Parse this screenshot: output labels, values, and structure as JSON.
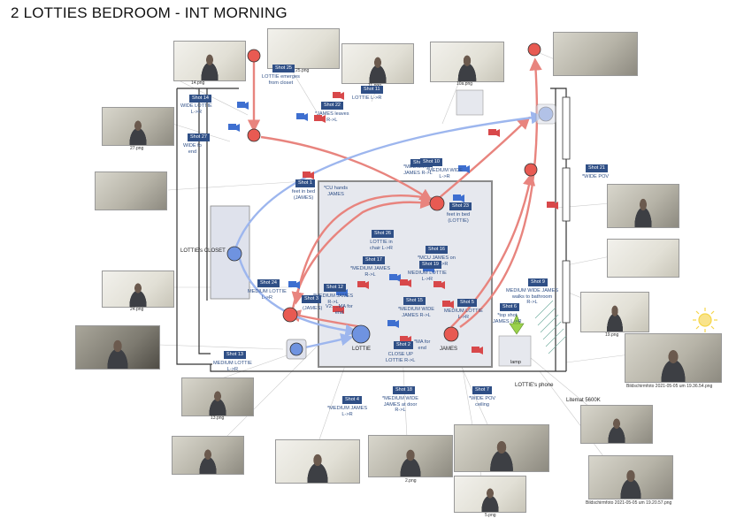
{
  "title": "2 LOTTIES BEDROOM - INT MORNING",
  "thumbs": {
    "t14": "14.png",
    "t25": "25.png",
    "t11": "11.png",
    "t10a": "10a.png",
    "t27": "27.png",
    "t24": "24.png",
    "t13": "13.png",
    "t2": "2.png",
    "t5": "5.png",
    "t19": "19.png",
    "bild1": "Bildschirmfoto 2021-05-05 um 19.36.54.png",
    "bild2": "Bildschirmfoto 2021-05-05 um 19.20.57.png"
  },
  "shots": {
    "s14": "Shot 14",
    "s25": "Shot 25",
    "s11": "Shot 11",
    "s22": "Shot 22",
    "s27": "Shot 27",
    "s20": "Shot 20",
    "s10": "Shot 10",
    "s21": "Shot 21",
    "s1": "Shot 1",
    "s23": "Shot 23",
    "s26": "Shot 26",
    "s16": "Shot 16",
    "s17": "Shot 17",
    "s19": "Shot 19",
    "s24": "Shot 24",
    "s12": "Shot 12",
    "s15": "Shot 15",
    "s9": "Shot 9",
    "s3": "Shot 3",
    "s5": "Shot 5",
    "s6": "Shot 6",
    "s2": "Shot 2",
    "s13": "Shot 13",
    "s4": "Shot 4",
    "s18": "Shot 18",
    "s7": "Shot 7"
  },
  "notes": {
    "n14": "WIDE LOTTIE\nL->R",
    "n25": "LOTTIE emerges\nfrom closet",
    "n11": "LOTTIE L->R",
    "n22": "*JAMES leaves\nR->L",
    "n27": "WIDE fo\nend",
    "n20": "*MEDIUM JA\nJAMES R->L",
    "n10": "*MEDIUM WIDE\nL->R",
    "n21": "*WIDE POV",
    "n1": "feet in bed\n(JAMES)",
    "ncu": "*CU hands\nJAMES",
    "n23": "feet in bed\n(LOTTIE)",
    "n26": "LOTTIE in\nchair L->R",
    "n16": "*MCU JAMES on\nchair L->R",
    "n17": "*MEDIUM JAMES\nR->L",
    "n19": "MEDIUM LOTTIE\nL->R",
    "n24": "MEDIUM LOTTIE\nL->R",
    "n12": "*MEDIUM JAMES\nR->L",
    "n15": "*MEDIUM WIDE\nJAMES R->L",
    "n9": "MEDIUM WIDE JAMES\nwalks to bathroom\nR->L",
    "nv2": "V2: ...MA for\nend",
    "n3": "(JAMES)",
    "n5": "MEDIUM LOTTIE\nL->R",
    "n6": "*top shot\nJAMES L->R",
    "n2": "*MA for\nend",
    "ncl": "CLOSE UP\nLOTTIE R->L",
    "n13": "MEDIUM LOTTIE\nL->R",
    "n4": "*MEDIUM JAMES\nL->R",
    "n18": "*MEDIUM WIDE\nJAMES at door\nR->L",
    "n7": "*WIDE POV\nceiling"
  },
  "labels": {
    "closet": "LOTTIE's CLOSET",
    "lottie": "LOTTIE",
    "james": "JAMES",
    "lamp": "lamp",
    "phone": "LOTTIE's phone",
    "litemat": "Litemat 5600K"
  },
  "colors": {
    "red_path": "#e8847e",
    "blue_path": "#9db6ee",
    "shot_badge": "#2f4f86",
    "actor_red": "#e85a52",
    "actor_blue": "#6f93e0",
    "camera_red": "#d8484a",
    "camera_blue": "#3e6fd0",
    "lamp_green": "#9ad24a",
    "sun": "#f5d64a"
  }
}
